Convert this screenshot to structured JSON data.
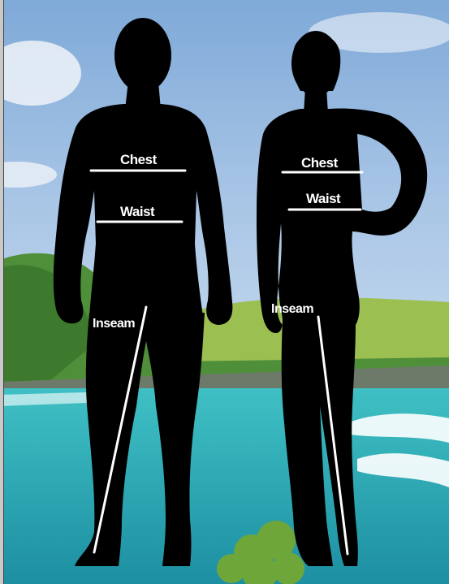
{
  "labels": {
    "man_chest": "Chest",
    "man_waist": "Waist",
    "man_inseam": "Inseam",
    "woman_chest": "Chest",
    "woman_waist": "Waist",
    "woman_inseam": "Inseam"
  },
  "colors": {
    "sky_top": "#8fb6df",
    "sky_bottom": "#e6eef6",
    "hill": "#4f8f3a",
    "grass": "#9cbf52",
    "sea": "#37b6bf",
    "sea_deep": "#1f95a6",
    "surf": "#ffffff",
    "silhouette": "#000000",
    "measure_line": "#ffffff"
  },
  "icons": [
    "man-silhouette",
    "woman-silhouette"
  ]
}
